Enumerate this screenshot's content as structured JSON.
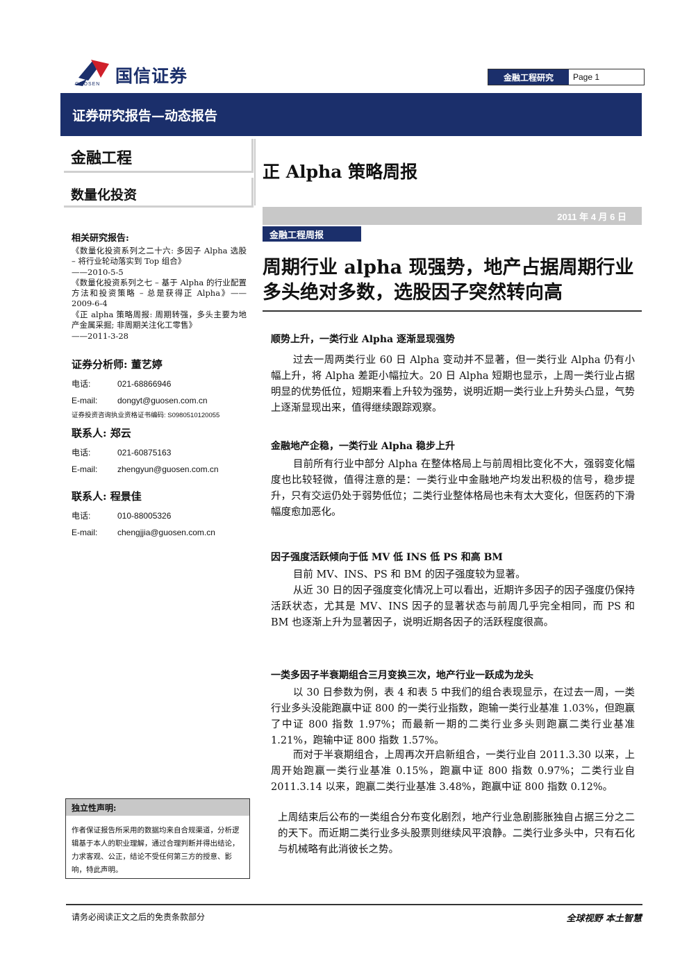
{
  "header": {
    "brand": "国信证券",
    "brand_en": "GUOSEN",
    "section_label": "金融工程研究",
    "page_label": "Page 1"
  },
  "band": {
    "title": "证券研究报告—动态报告"
  },
  "category": {
    "primary": "金融工程",
    "secondary": "数量化投资"
  },
  "report_title": "正 Alpha 策略周报",
  "date": "2011 年 4 月 6 日",
  "related": {
    "heading": "相关研究报告:",
    "items": [
      {
        "text": "《数量化投资系列之二十六: 多因子 Alpha 选股 – 将行业轮动落实到 Top 组合》",
        "date": "——2010-5-5"
      },
      {
        "text": "《数量化投资系列之七 – 基于 Alpha 的行业配置方法和投资策略 – 总是获得正 Alpha》——2009-6-4",
        "date": ""
      },
      {
        "text": "《正 alpha 策略周报: 周期转强，多头主要为地产金属采掘; 非周期关注化工零售》",
        "date": "——2011-3-28"
      }
    ]
  },
  "contacts": [
    {
      "heading": "证券分析师: 董艺婷",
      "phone_label": "电话:",
      "phone": "021-68866946",
      "email_label": "E-mail:",
      "email": "dongyt@guosen.com.cn",
      "cert": "证券投资咨询执业资格证书编码: S0980510120055"
    },
    {
      "heading": "联系人: 郑云",
      "phone_label": "电话:",
      "phone": "021-60875163",
      "email_label": "E-mail:",
      "email": "zhengyun@guosen.com.cn",
      "cert": ""
    },
    {
      "heading": "联系人: 程景佳",
      "phone_label": "电话:",
      "phone": "010-88005326",
      "email_label": "E-mail:",
      "email": "chengjjia@guosen.com.cn",
      "cert": ""
    }
  ],
  "declaration": {
    "heading": "独立性声明:",
    "body": "作者保证报告所采用的数据均来自合规渠道，分析逻辑基于本人的职业理解，通过合理判断并得出结论，力求客观、公正，结论不受任何第三方的授意、影响，特此声明。"
  },
  "tag": "金融工程周报",
  "headline": "周期行业 alpha 现强势，地产占据周期行业多头绝对多数，选股因子突然转向高",
  "sections": [
    {
      "heading": "顺势上升，一类行业 Alpha 逐渐显现强势",
      "paragraphs": [
        "过去一周两类行业 60 日 Alpha 变动并不显著，但一类行业 Alpha 仍有小幅上升，将 Alpha 差距小幅拉大。20 日 Alpha 短期也显示，上周一类行业占据明显的优势低位，短期来看上升较为强势，说明近期一类行业上升势头凸显，气势上逐渐显现出来，值得继续跟踪观察。"
      ]
    },
    {
      "heading": "金融地产企稳，一类行业 Alpha 稳步上升",
      "paragraphs": [
        "目前所有行业中部分 Alpha 在整体格局上与前周相比变化不大，强弱变化幅度也比较轻微，值得注意的是：一类行业中金融地产均发出积极的信号，稳步提升，只有交运仍处于弱势低位；二类行业整体格局也未有太大变化，但医药的下滑幅度愈加恶化。"
      ]
    },
    {
      "heading": "因子强度活跃倾向于低 MV 低 INS 低 PS 和高 BM",
      "paragraphs": [
        "目前 MV、INS、PS 和 BM 的因子强度较为显著。",
        "从近 30 日的因子强度变化情况上可以看出，近期许多因子的因子强度仍保持活跃状态，尤其是 MV、INS 因子的显著状态与前周几乎完全相同，而 PS 和 BM 也逐渐上升为显著因子，说明近期各因子的活跃程度很高。"
      ]
    },
    {
      "heading": "一类多因子半衰期组合三月变换三次，地产行业一跃成为龙头",
      "paragraphs": [
        "以 30 日参数为例，表 4 和表 5 中我们的组合表现显示，在过去一周，一类行业多头没能跑赢中证 800 的一类行业指数，跑输一类行业基准 1.03%，但跑赢了中证 800 指数 1.97%；而最新一期的二类行业多头则跑赢二类行业基准 1.21%，跑输中证 800 指数 1.57%。",
        "而对于半衰期组合，上周再次开启新组合，一类行业自 2011.3.30 以来，上周开始跑赢一类行业基准 0.15%，跑赢中证 800 指数 0.97%；二类行业自 2011.3.14 以来，跑赢二类行业基准 3.48%，跑赢中证 800 指数 0.12%。",
        "上周结束后公布的一类组合分布变化剧烈，地产行业急剧膨胀独自占据三分之二的天下。而近期二类行业多头股票则继续风平浪静。二类行业多头中，只有石化与机械略有此消彼长之势。"
      ]
    }
  ],
  "footer": {
    "left": "请务必阅读正文之后的免责条款部分",
    "right": "全球视野  本土智慧"
  },
  "colors": {
    "brand_navy": "#1b2f6b",
    "logo_red": "#d0202a",
    "gray_bar": "#c8c8c8"
  }
}
